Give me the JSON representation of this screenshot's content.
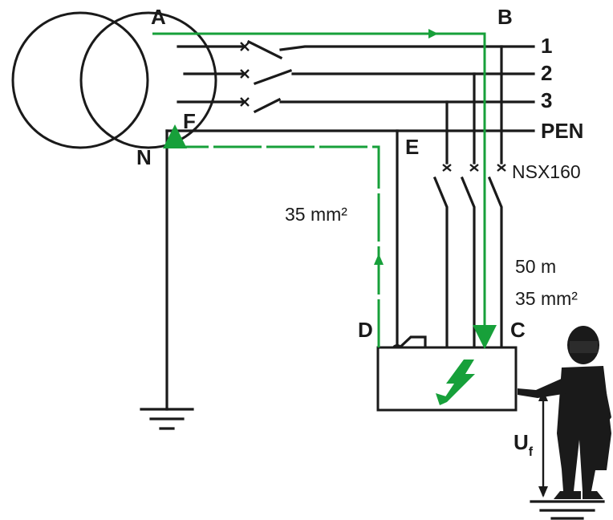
{
  "points": {
    "a": "A",
    "b": "B",
    "c": "C",
    "d": "D",
    "e": "E",
    "f": "F",
    "n": "N"
  },
  "conductors": {
    "l1": "1",
    "l2": "2",
    "l3": "3",
    "pen": "PEN"
  },
  "breaker_label": "NSX160",
  "pe_section_label": "35 mm²",
  "cable_length_label": "50 m",
  "cable_section_label": "35 mm²",
  "touch_voltage": {
    "symbol": "U",
    "subscript": "f"
  },
  "colors": {
    "fault_path": "#17a03a",
    "lines": "#1a1a1a"
  }
}
